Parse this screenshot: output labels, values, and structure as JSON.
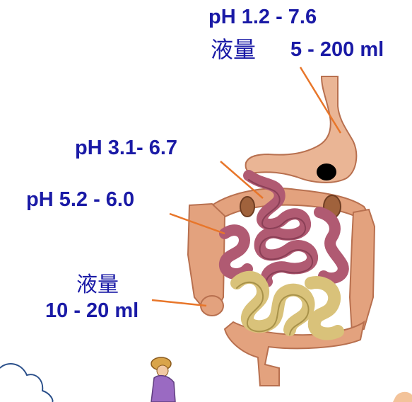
{
  "labels": {
    "stomach_ph": "pH 1.2 - 7.6",
    "stomach_volume_label": "液量",
    "stomach_volume": "5 - 200 ml",
    "duodenum_ph": "pH  3.1- 6.7",
    "jejunum_ph": "pH 5.2 - 6.0",
    "colon_volume_label": "液量",
    "colon_volume": "10 - 20 ml"
  },
  "colors": {
    "text": "#1a1aa6",
    "arrow": "#e8762a",
    "colon": "#e3a27e",
    "colon_shadow": "#b8704f",
    "small_intestine": "#b05a72",
    "ileum": "#d9c27a",
    "stomach": "#eab595",
    "background": "#ffffff"
  }
}
